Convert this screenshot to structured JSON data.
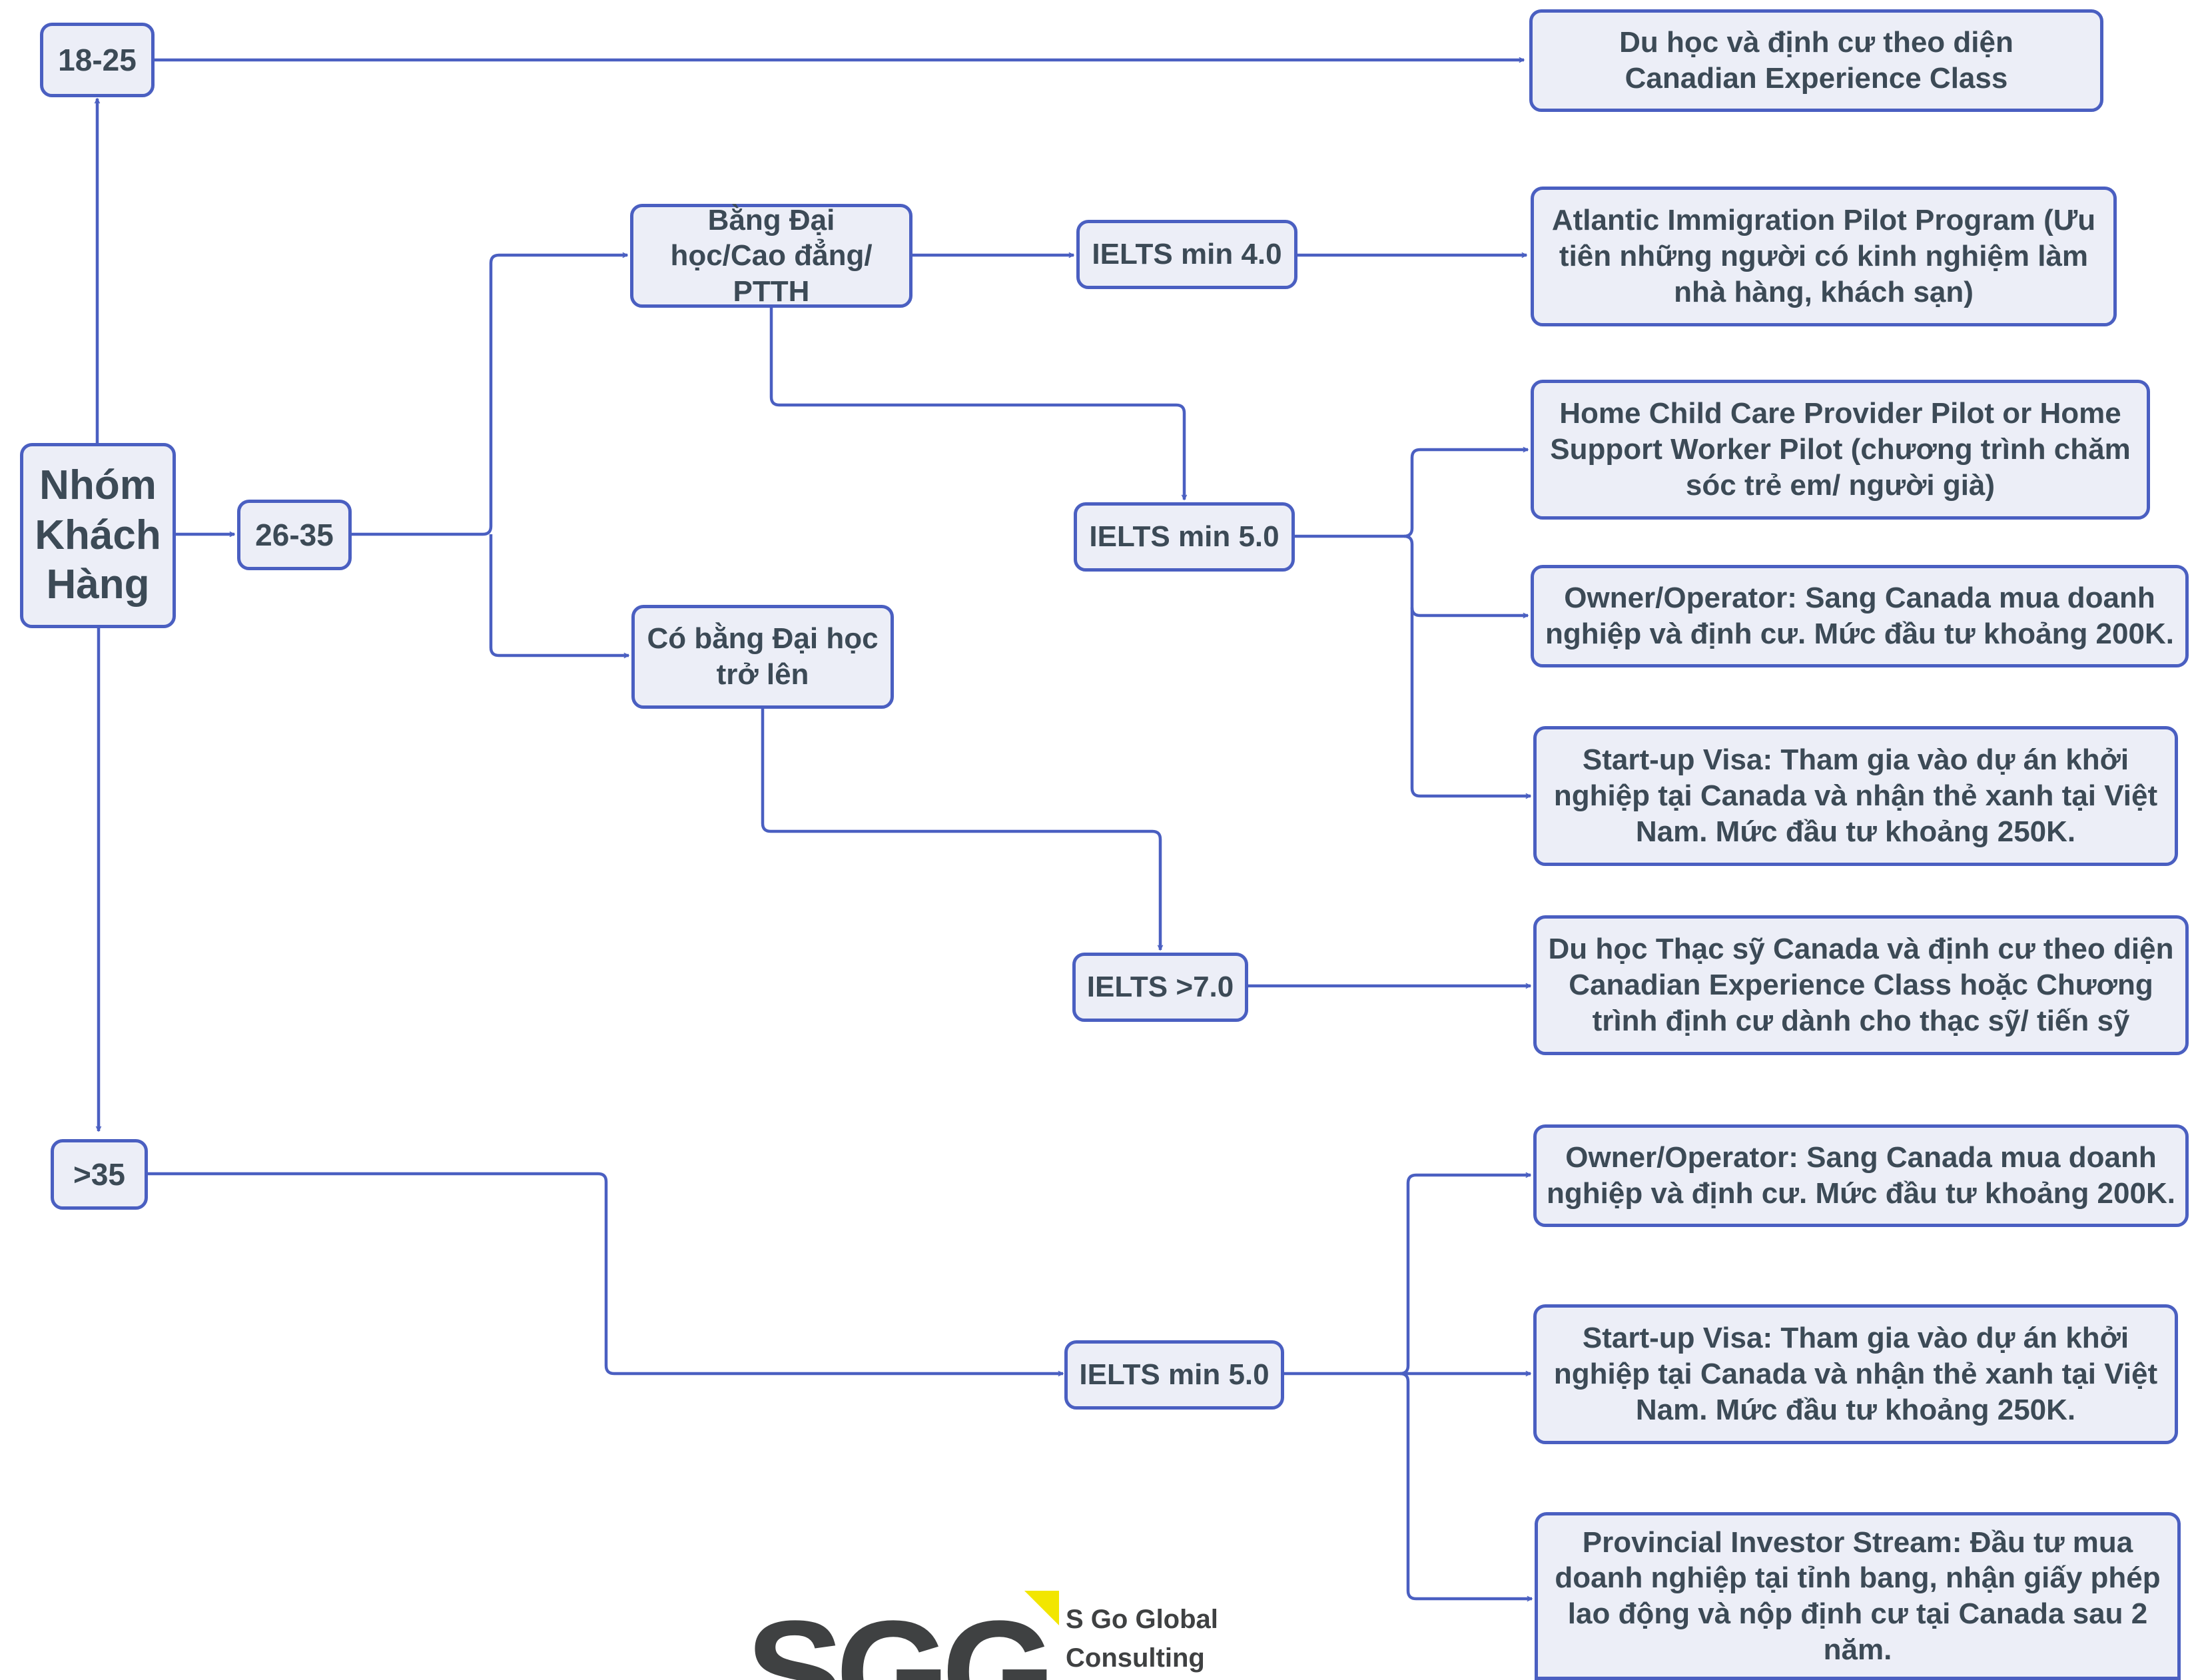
{
  "colors": {
    "stroke": "#4a5fc1",
    "node_fill": "#eceef7",
    "text": "#3c4a56",
    "logo_accent": "#f2e600",
    "logo_text": "#3f4142"
  },
  "nodes": {
    "root": "Nhóm Khách Hàng",
    "age_18_25": "18-25",
    "age_26_35": "26-35",
    "age_over_35": ">35",
    "degree_college": "Bằng Đại học/Cao đẳng/ PTTH",
    "degree_university": "Có bằng Đại học trở lên",
    "ielts_4": "IELTS min 4.0",
    "ielts_5_a": "IELTS min 5.0",
    "ielts_7": "IELTS >7.0",
    "ielts_5_b": "IELTS min 5.0",
    "out_cec": "Du học và định cư theo diện Canadian Experience Class",
    "out_atlantic": "Atlantic Immigration Pilot Program (Ưu tiên những người có kinh nghiệm làm nhà hàng, khách sạn)",
    "out_childcare": "Home Child Care Provider Pilot or Home Support Worker Pilot (chương trình chăm sóc trẻ em/ người già)",
    "out_owner_a": "Owner/Operator: Sang Canada mua doanh nghiệp và định cư. Mức đầu tư khoảng 200K.",
    "out_startup_a": "Start-up Visa: Tham gia vào dự án khởi nghiệp tại Canada và nhận thẻ xanh tại Việt Nam. Mức đầu tư khoảng 250K.",
    "out_masters": "Du học Thạc sỹ Canada và định cư theo diện Canadian Experience Class hoặc Chương trình định cư dành cho thạc sỹ/ tiến sỹ",
    "out_owner_b": "Owner/Operator: Sang Canada mua doanh nghiệp và định cư. Mức đầu tư khoảng 200K.",
    "out_startup_b": "Start-up Visa: Tham gia vào dự án khởi nghiệp tại Canada và nhận thẻ xanh tại Việt Nam. Mức đầu tư khoảng 250K.",
    "out_provincial": "Provincial Investor Stream: Đầu tư mua doanh nghiệp tại tỉnh bang, nhận giấy phép lao động và nộp định cư tại Canada sau 2 năm."
  },
  "logo": {
    "mark": "SGG",
    "line1": "S Go Global",
    "line2": "Consulting"
  }
}
